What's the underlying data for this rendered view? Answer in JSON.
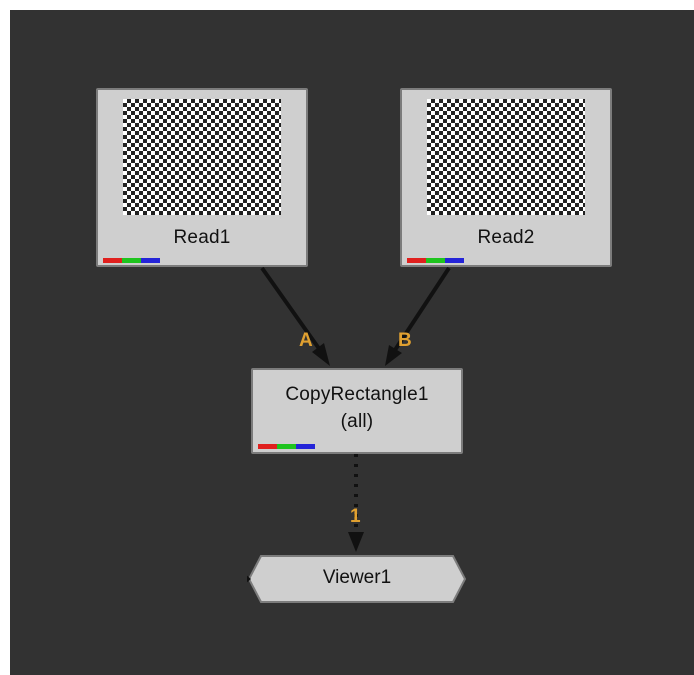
{
  "nodes": {
    "read1": {
      "label": "Read1"
    },
    "read2": {
      "label": "Read2"
    },
    "copy": {
      "label": "CopyRectangle1",
      "sublabel": "(all)"
    },
    "viewer": {
      "label": "Viewer1"
    }
  },
  "inputs": {
    "a": "A",
    "b": "B",
    "viewer_input": "1"
  },
  "colors": {
    "canvas": "#323232",
    "node": "#cfcfcf",
    "input_label": "#e0a030",
    "channel_red": "#e0201e",
    "channel_green": "#1ec41e",
    "channel_blue": "#2424d8"
  },
  "icons": [
    "checkerboard-thumbnail",
    "rgb-channel-indicator",
    "arrow-head"
  ]
}
